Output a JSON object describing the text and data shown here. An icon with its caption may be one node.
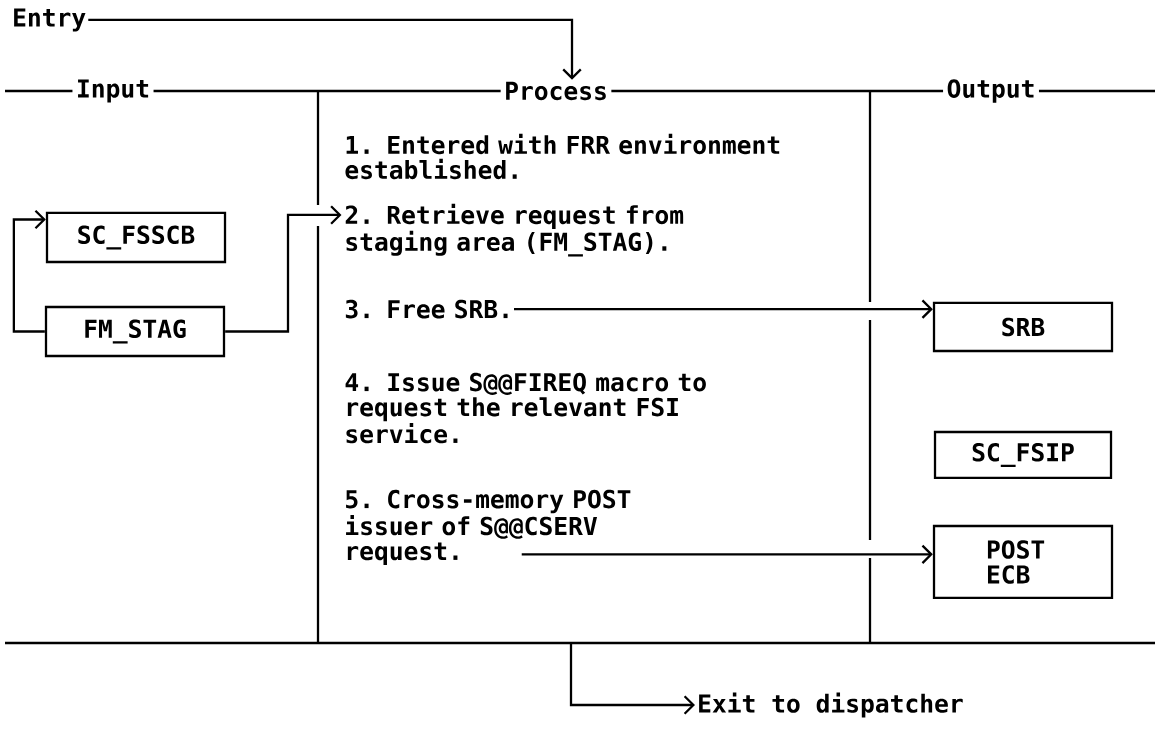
{
  "diagram": {
    "nodes": [
      {
        "text": [
          "Entry"
        ]
      },
      {
        "text": [
          "Input"
        ]
      },
      {
        "text": [
          "SC_FSSCB"
        ],
        "in": 1
      },
      {
        "text": [
          "FM_STAG"
        ],
        "in": 1
      },
      {
        "text": [
          "Process"
        ]
      },
      {
        "text": [
          "1. Entered with FRR environment established."
        ],
        "in": 4
      },
      {
        "text": [
          "2. Retrieve request from staging area (FM_STAG)."
        ],
        "in": 4
      },
      {
        "text": [
          "3. Free SRB."
        ],
        "in": 4
      },
      {
        "text": [
          "4. Issue S@@FIREQ macro to request the relevant FSI service."
        ],
        "in": 4
      },
      {
        "text": [
          "5. Cross-memory POST issuer of S@@CSERV request."
        ],
        "in": 4
      },
      {
        "text": [
          "Output"
        ]
      },
      {
        "text": [
          "SRB"
        ],
        "in": 10
      },
      {
        "text": [
          "SC_FSIP"
        ],
        "in": 10
      },
      {
        "text": [
          "POST ECB"
        ],
        "in": 10
      },
      {
        "text": [
          "Exit to dispatcher"
        ]
      }
    ],
    "edges": [
      {
        "from": 0,
        "to": 4,
        "arrow": "to"
      },
      {
        "from": 3,
        "to": 2,
        "arrow": "to"
      },
      {
        "from": 3,
        "to": 6,
        "arrow": "to"
      },
      {
        "from": 7,
        "to": 11,
        "arrow": "to"
      },
      {
        "from": 9,
        "to": 13,
        "arrow": "to"
      },
      {
        "from": 4,
        "to": 14,
        "arrow": "to"
      }
    ]
  }
}
